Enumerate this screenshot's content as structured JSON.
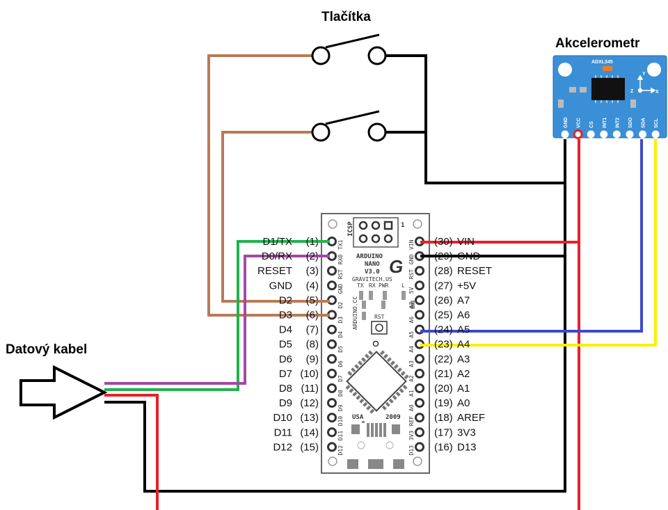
{
  "titles": {
    "buttons": "Tlačítka",
    "accelerometer": "Akcelerometr",
    "cable": "Datový kabel"
  },
  "accelerometer": {
    "chip": "ADXL345",
    "pins": [
      "GND",
      "VCC",
      "CS",
      "INT1",
      "INT2",
      "SDO",
      "SDA",
      "SCL"
    ],
    "axes": {
      "y": "Y",
      "z": "Z",
      "x": "X"
    }
  },
  "arduino": {
    "header_icsp": "ICSP",
    "header_num": "1",
    "name_lines": [
      "ARDUINO",
      "NANO",
      "V3.0"
    ],
    "logo": "G",
    "maker": "GRAVITECH.US",
    "side": "ARDUINO.CC",
    "leds": [
      "TX",
      "RX",
      "PWR",
      "L"
    ],
    "rst": "RST",
    "bottom_left": "USA",
    "bottom_right": "2009",
    "left_silk": [
      "TX1",
      "RX0",
      "RST",
      "GND",
      "D2",
      "D3",
      "D4",
      "D5",
      "D6",
      "D7",
      "D8",
      "D9",
      "D10",
      "D11",
      "D12"
    ],
    "right_silk": [
      "VIN",
      "GND",
      "RST",
      "5V",
      "A7",
      "A6",
      "A5",
      "A4",
      "A3",
      "A2",
      "A1",
      "A0",
      "REF",
      "3V3",
      "D13"
    ],
    "left_pins": [
      {
        "name": "D1/TX",
        "num": "(1)"
      },
      {
        "name": "D0/RX",
        "num": "(2)"
      },
      {
        "name": "RESET",
        "num": "(3)"
      },
      {
        "name": "GND",
        "num": "(4)"
      },
      {
        "name": "D2",
        "num": "(5)"
      },
      {
        "name": "D3",
        "num": "(6)"
      },
      {
        "name": "D4",
        "num": "(7)"
      },
      {
        "name": "D5",
        "num": "(8)"
      },
      {
        "name": "D6",
        "num": "(9)"
      },
      {
        "name": "D7",
        "num": "(10)"
      },
      {
        "name": "D8",
        "num": "(11)"
      },
      {
        "name": "D9",
        "num": "(12)"
      },
      {
        "name": "D10",
        "num": "(13)"
      },
      {
        "name": "D11",
        "num": "(14)"
      },
      {
        "name": "D12",
        "num": "(15)"
      }
    ],
    "right_pins": [
      {
        "num": "(30)",
        "name": "VIN"
      },
      {
        "num": "(29)",
        "name": "GND"
      },
      {
        "num": "(28)",
        "name": "RESET"
      },
      {
        "num": "(27)",
        "name": "+5V"
      },
      {
        "num": "(26)",
        "name": "A7"
      },
      {
        "num": "(25)",
        "name": "A6"
      },
      {
        "num": "(24)",
        "name": "A5"
      },
      {
        "num": "(23)",
        "name": "A4"
      },
      {
        "num": "(22)",
        "name": "A3"
      },
      {
        "num": "(21)",
        "name": "A2"
      },
      {
        "num": "(20)",
        "name": "A1"
      },
      {
        "num": "(19)",
        "name": "A0"
      },
      {
        "num": "(18)",
        "name": "AREF"
      },
      {
        "num": "(17)",
        "name": "3V3"
      },
      {
        "num": "(16)",
        "name": "D13"
      }
    ]
  },
  "colors": {
    "wire_black": "#000000",
    "wire_red": "#e8202a",
    "wire_brown": "#b97a56",
    "wire_green": "#22b14c",
    "wire_purple": "#a349a4",
    "wire_blue": "#3f48cc",
    "wire_yellow": "#ffee00",
    "accel_board": "#3b8fd6"
  }
}
